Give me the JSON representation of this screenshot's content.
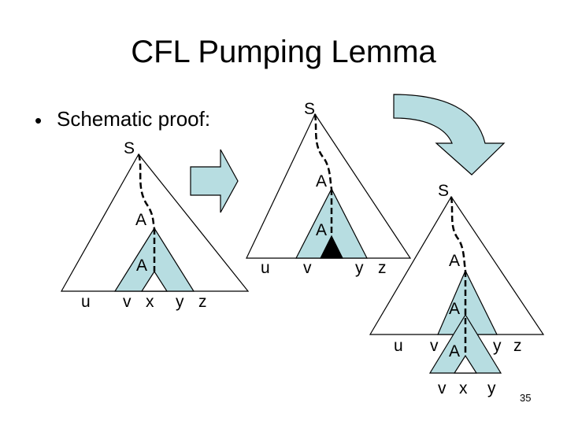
{
  "title": "CFL Pumping Lemma",
  "bullet": {
    "marker": "•",
    "text": "Schematic proof:"
  },
  "page_number": "35",
  "colors": {
    "fill": "#b7dde1",
    "stroke": "#000000",
    "arrow": "#b7dde1"
  },
  "tree1": {
    "root": "S",
    "var_upper": "A",
    "var_lower": "A",
    "u": "u",
    "v": "v",
    "x": "x",
    "y": "y",
    "z": "z"
  },
  "tree2": {
    "root": "S",
    "var_upper": "A",
    "var_lower": "A",
    "u": "u",
    "v": "v",
    "y": "y",
    "z": "z"
  },
  "tree3": {
    "root": "S",
    "var_1": "A",
    "var_2": "A",
    "var_3": "A",
    "u": "u",
    "v1": "v",
    "v2": "v",
    "x": "x",
    "y1": "y",
    "y2": "y",
    "z": "z"
  }
}
